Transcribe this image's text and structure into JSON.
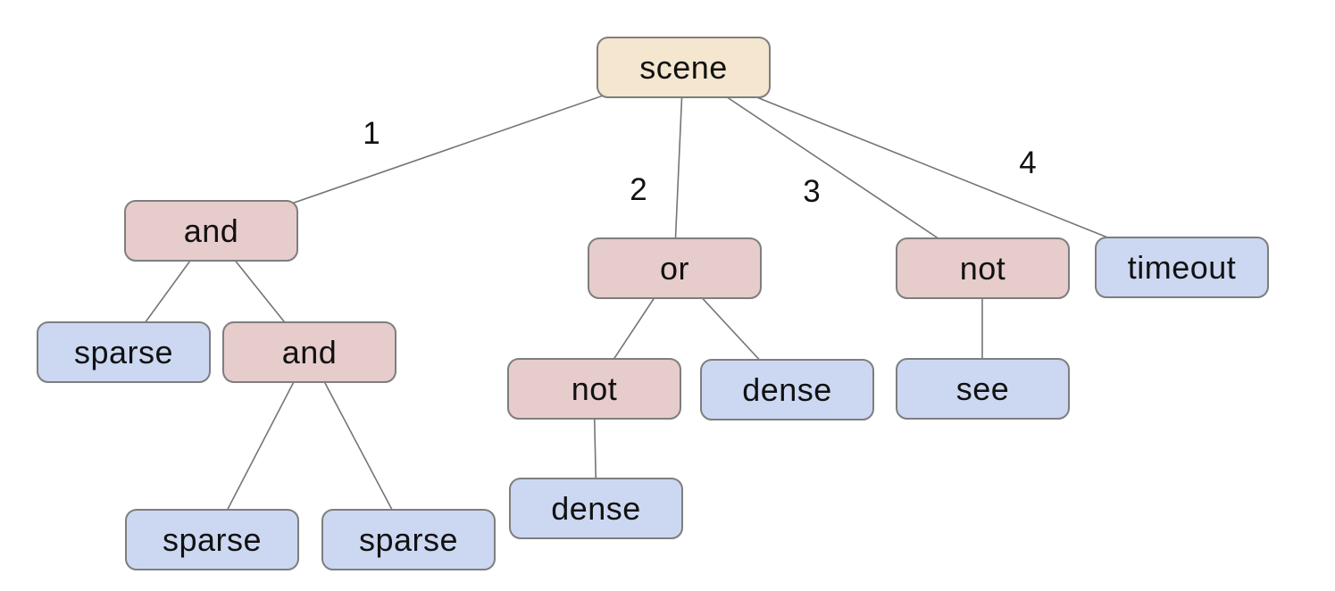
{
  "diagram": {
    "type": "tree",
    "background": "#ffffff",
    "colors": {
      "root_fill": "#f4e6cf",
      "operator_fill": "#e7cccc",
      "leaf_fill": "#ccd8f2",
      "node_border": "#7e7e7e",
      "edge_line": "#757575",
      "text": "#111111"
    },
    "tree": {
      "root": {
        "label": "scene",
        "type": "root",
        "children": [
          {
            "edge_label": "1",
            "label": "and",
            "type": "operator",
            "children": [
              {
                "label": "sparse",
                "type": "leaf"
              },
              {
                "label": "and",
                "type": "operator",
                "children": [
                  {
                    "label": "sparse",
                    "type": "leaf"
                  },
                  {
                    "label": "sparse",
                    "type": "leaf"
                  }
                ]
              }
            ]
          },
          {
            "edge_label": "2",
            "label": "or",
            "type": "operator",
            "children": [
              {
                "label": "not",
                "type": "operator",
                "children": [
                  {
                    "label": "dense",
                    "type": "leaf"
                  }
                ]
              },
              {
                "label": "dense",
                "type": "leaf"
              }
            ]
          },
          {
            "edge_label": "3",
            "label": "not",
            "type": "operator",
            "children": [
              {
                "label": "see",
                "type": "leaf"
              }
            ]
          },
          {
            "edge_label": "4",
            "label": "timeout",
            "type": "leaf"
          }
        ]
      }
    }
  }
}
